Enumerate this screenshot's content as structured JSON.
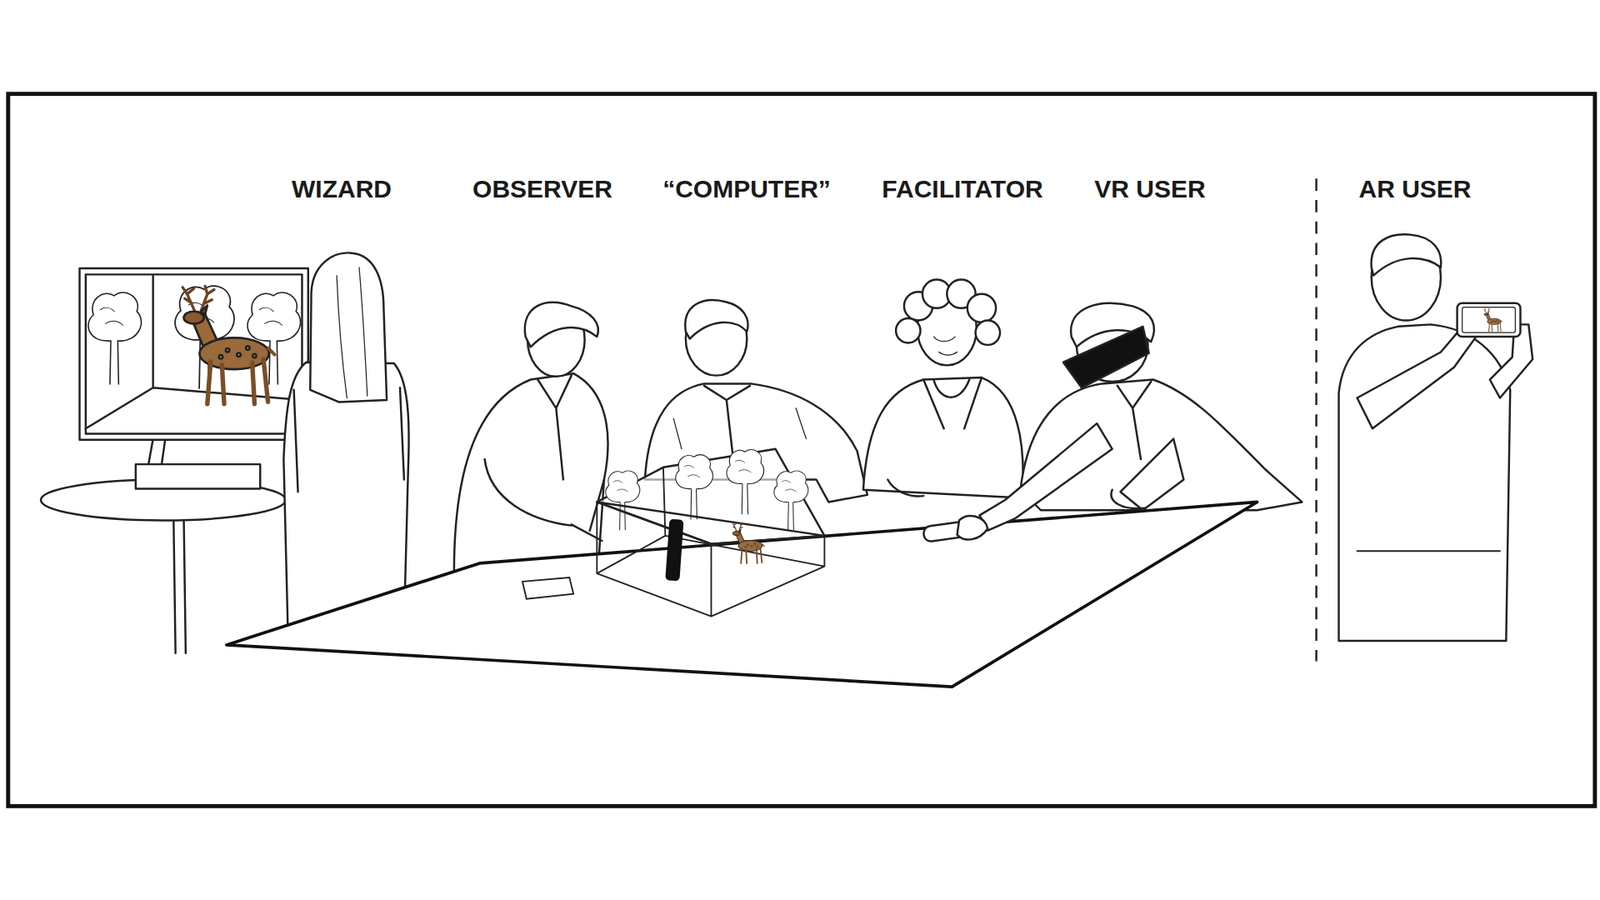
{
  "diagram": {
    "labels": [
      "WIZARD",
      "OBSERVER",
      "“COMPUTER”",
      "FACILITATOR",
      "VR USER",
      "AR USER"
    ]
  }
}
